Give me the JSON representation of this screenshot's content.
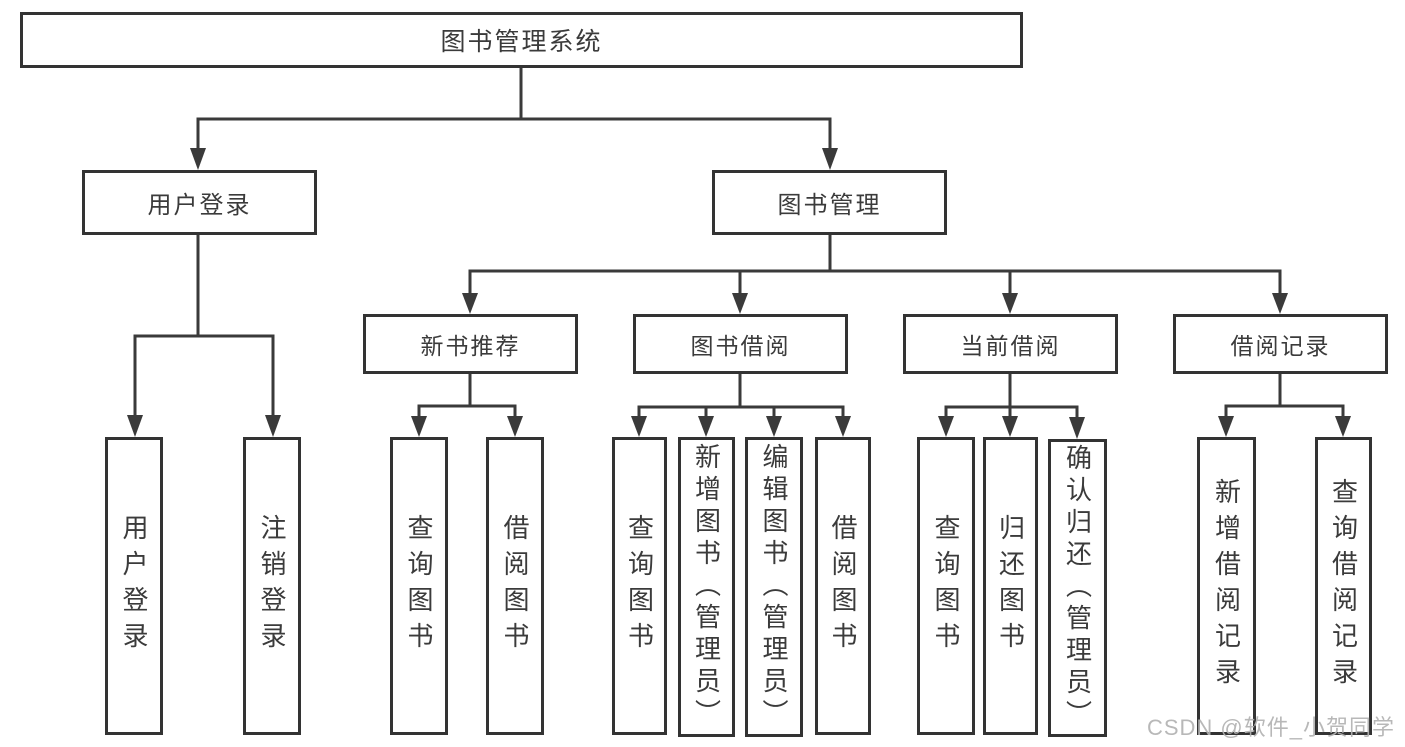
{
  "diagram": {
    "type": "hierarchy",
    "title": "图书管理系统",
    "watermark": "CSDN @软件_小贺同学",
    "colors": {
      "background": "#ffffff",
      "box_border": "#333333",
      "line": "#3a3a3a",
      "text": "#3b3b3b",
      "watermark_text": "#b2b2b2"
    },
    "nodes": {
      "root": {
        "label": "图书管理系统"
      },
      "user_login": {
        "label": "用户登录"
      },
      "book_mgmt": {
        "label": "图书管理"
      },
      "new_book_rec": {
        "label": "新书推荐"
      },
      "book_borrow": {
        "label": "图书借阅"
      },
      "current_borrow": {
        "label": "当前借阅"
      },
      "borrow_records": {
        "label": "借阅记录"
      },
      "leaf_user_login": {
        "label": "用户登录"
      },
      "leaf_logout": {
        "label": "注销登录"
      },
      "leaf_rec_query": {
        "label": "查询图书"
      },
      "leaf_rec_borrow": {
        "label": "借阅图书"
      },
      "leaf_bb_query": {
        "label": "查询图书"
      },
      "leaf_bb_add": {
        "label": "新增图书（管理员）"
      },
      "leaf_bb_edit": {
        "label": "编辑图书（管理员）"
      },
      "leaf_bb_borrow": {
        "label": "借阅图书"
      },
      "leaf_cb_query": {
        "label": "查询图书"
      },
      "leaf_cb_return": {
        "label": "归还图书"
      },
      "leaf_cb_confirm": {
        "label": "确认归还（管理员）"
      },
      "leaf_br_add": {
        "label": "新增借阅记录"
      },
      "leaf_br_query": {
        "label": "查询借阅记录"
      }
    },
    "edges": [
      {
        "from": "root",
        "to": "user_login"
      },
      {
        "from": "root",
        "to": "book_mgmt"
      },
      {
        "from": "user_login",
        "to": "leaf_user_login"
      },
      {
        "from": "user_login",
        "to": "leaf_logout"
      },
      {
        "from": "book_mgmt",
        "to": "new_book_rec"
      },
      {
        "from": "book_mgmt",
        "to": "book_borrow"
      },
      {
        "from": "book_mgmt",
        "to": "current_borrow"
      },
      {
        "from": "book_mgmt",
        "to": "borrow_records"
      },
      {
        "from": "new_book_rec",
        "to": "leaf_rec_query"
      },
      {
        "from": "new_book_rec",
        "to": "leaf_rec_borrow"
      },
      {
        "from": "book_borrow",
        "to": "leaf_bb_query"
      },
      {
        "from": "book_borrow",
        "to": "leaf_bb_add"
      },
      {
        "from": "book_borrow",
        "to": "leaf_bb_edit"
      },
      {
        "from": "book_borrow",
        "to": "leaf_bb_borrow"
      },
      {
        "from": "current_borrow",
        "to": "leaf_cb_query"
      },
      {
        "from": "current_borrow",
        "to": "leaf_cb_return"
      },
      {
        "from": "current_borrow",
        "to": "leaf_cb_confirm"
      },
      {
        "from": "borrow_records",
        "to": "leaf_br_add"
      },
      {
        "from": "borrow_records",
        "to": "leaf_br_query"
      }
    ]
  }
}
